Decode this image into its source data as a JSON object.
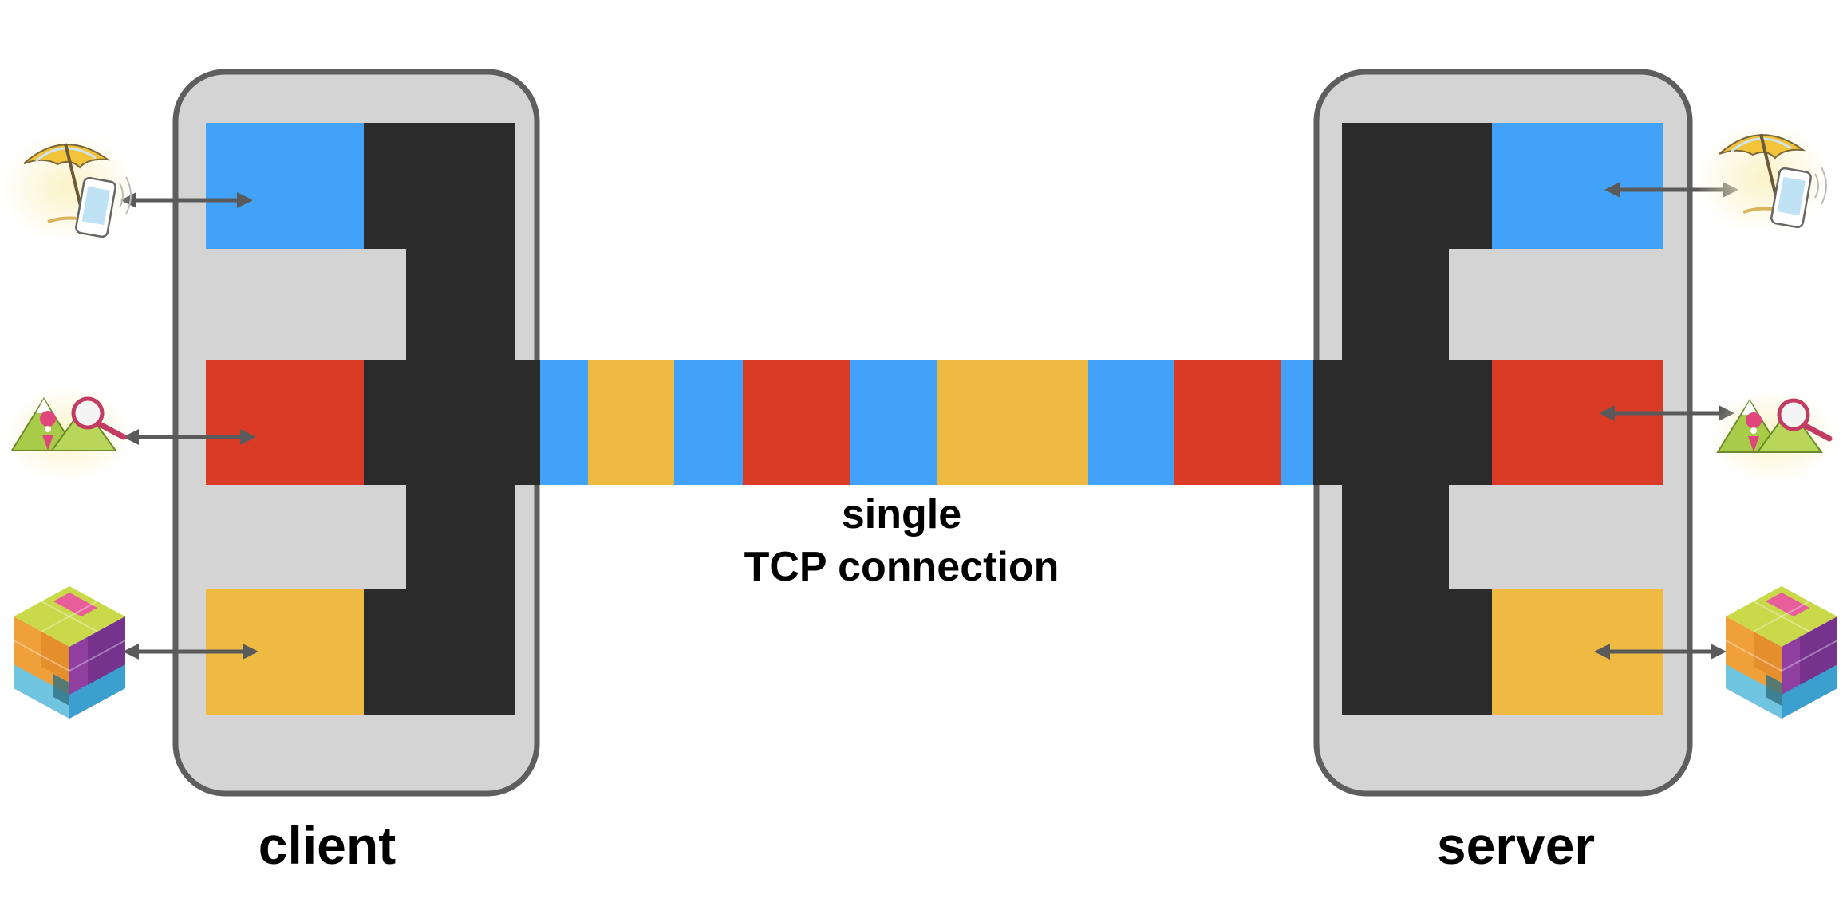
{
  "colors": {
    "stream_blue": "#42a1f8",
    "stream_red": "#da3b26",
    "stream_yellow": "#efba41",
    "multiplexer": "#2b2b2b",
    "device_fill": "#d4d4d4",
    "device_border": "#5e5e5e",
    "arrow": "#5a5a5a",
    "background": "#ffffff"
  },
  "labels": {
    "client": "client",
    "server": "server",
    "tcp_line1": "single",
    "tcp_line2": "TCP connection"
  },
  "streams": [
    {
      "color": "blue",
      "icon": "beach-umbrella-phone-icon"
    },
    {
      "color": "red",
      "icon": "mountains-map-search-icon"
    },
    {
      "color": "yellow",
      "icon": "colorful-cube-icon"
    }
  ],
  "connection_segments": [
    "blue",
    "yellow",
    "blue",
    "red",
    "blue",
    "yellow",
    "blue",
    "red",
    "blue"
  ]
}
